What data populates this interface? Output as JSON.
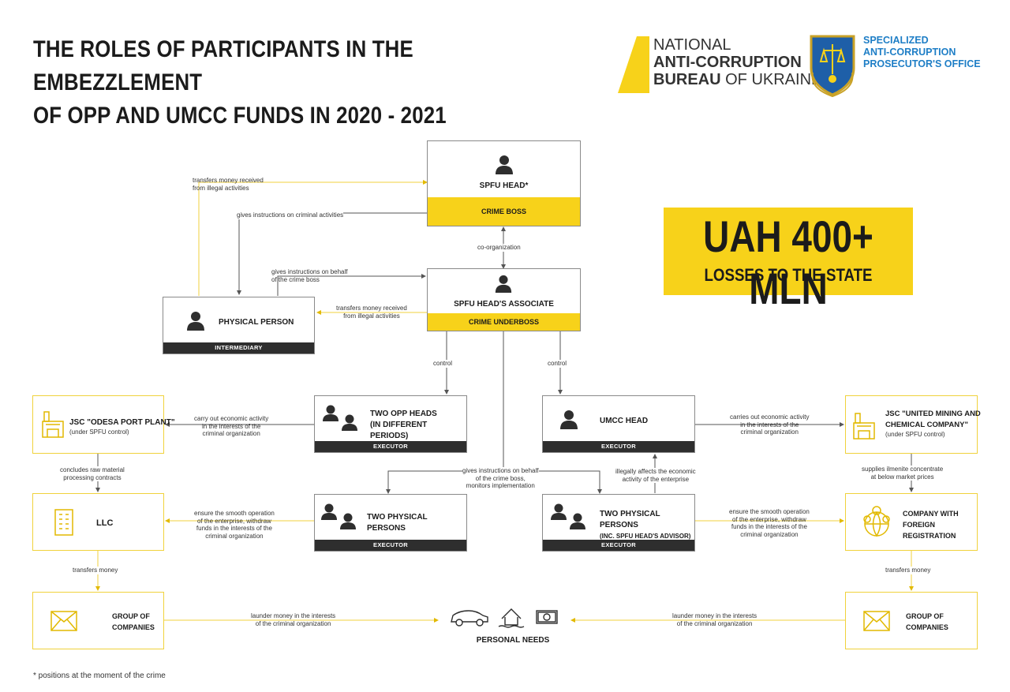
{
  "header": {
    "title_line1": "THE ROLES OF PARTICIPANTS IN THE EMBEZZLEMENT",
    "title_line2": "OF OPP AND UMCC FUNDS IN 2020 - 2021",
    "nabu_line1": "NATIONAL",
    "nabu_line2": "ANTI-CORRUPTION",
    "nabu_line3a": "BUREAU",
    "nabu_line3b": " OF UKRAINE",
    "sapo_line1": "SPECIALIZED",
    "sapo_line2": "ANTI-CORRUPTION",
    "sapo_line3": "PROSECUTOR'S OFFICE"
  },
  "losses": {
    "amount": "UAH 400+ MLN",
    "caption": "LOSSES TO THE STATE"
  },
  "nodes": {
    "spfu_head": {
      "name": "SPFU HEAD*",
      "role": "CRIME BOSS"
    },
    "associate": {
      "name": "SPFU HEAD'S ASSOCIATE",
      "role": "CRIME UNDERBOSS"
    },
    "physical_person": {
      "name": "PHYSICAL PERSON",
      "role": "INTERMEDIARY"
    },
    "opp_heads": {
      "name_line1": "TWO OPP HEADS",
      "name_line2": "(IN DIFFERENT PERIODS)",
      "role": "EXECUTOR"
    },
    "umcc_head": {
      "name": "UMCC HEAD",
      "role": "EXECUTOR"
    },
    "two_persons_left": {
      "name": "TWO PHYSICAL PERSONS",
      "role": "EXECUTOR"
    },
    "two_persons_right": {
      "name_line1": "TWO PHYSICAL PERSONS",
      "name_line2": "(INC. SPFU HEAD'S ADVISOR)",
      "role": "EXECUTOR"
    },
    "odesa": {
      "name": "JSC \"ODESA PORT PLANT\"",
      "note": "(under SPFU control)"
    },
    "llc": {
      "name": "LLC"
    },
    "group_left": {
      "name_line1": "GROUP OF",
      "name_line2": "COMPANIES"
    },
    "umcc_company": {
      "name_line1": "JSC \"UNITED MINING AND",
      "name_line2": "CHEMICAL COMPANY\"",
      "note": "(under SPFU control)"
    },
    "foreign": {
      "name_line1": "COMPANY WITH",
      "name_line2": "FOREIGN",
      "name_line3": "REGISTRATION"
    },
    "group_right": {
      "name_line1": "GROUP OF",
      "name_line2": "COMPANIES"
    },
    "personal_needs": {
      "name": "PERSONAL NEEDS"
    }
  },
  "edges": {
    "transfers_top_1": "transfers money received",
    "transfers_top_2": "from illegal activities",
    "instructions": "gives instructions on criminal activities",
    "co_org": "co-organization",
    "behalf_1": "gives instructions on behalf",
    "behalf_2": "of the crime boss",
    "transfers_mid_1": "transfers money received",
    "transfers_mid_2": "from illegal activities",
    "control_left": "control",
    "control_right": "control",
    "carry_1": "carry out economic activity",
    "carry_2": "in the interests of the",
    "carry_3": "criminal organization",
    "carries_1": "carries out economic activity",
    "carries_2": "in the interests of the",
    "carries_3": "criminal organization",
    "concludes_1": "concludes raw material",
    "concludes_2": "processing contracts",
    "supplies_1": "supplies ilmenite concentrate",
    "supplies_2": "at below market prices",
    "behalf_mon_1": "gives instructions on behalf",
    "behalf_mon_2": "of the crime boss,",
    "behalf_mon_3": "monitors implementation",
    "illegal_1": "illegally affects the economic",
    "illegal_2": "activity of the enterprise",
    "ensure_l_1": "ensure the smooth operation",
    "ensure_l_2": "of the enterprise, withdraw",
    "ensure_l_3": "funds in the interests of the",
    "ensure_l_4": "criminal organization",
    "ensure_r_1": "ensure the smooth operation",
    "ensure_r_2": "of the enterprise, withdraw",
    "ensure_r_3": "funds in the interests of the",
    "ensure_r_4": "criminal organization",
    "transfers_left": "transfers money",
    "transfers_right": "transfers money",
    "launder_l_1": "launder money in the interests",
    "launder_l_2": "of the criminal organization",
    "launder_r_1": "launder money in the interests",
    "launder_r_2": "of the criminal organization"
  },
  "footnote": "* positions at the moment of the crime",
  "colors": {
    "accent_yellow": "#f7d21a",
    "dark_band": "#2e2e2e",
    "sapo_blue": "#1e7ec6"
  }
}
